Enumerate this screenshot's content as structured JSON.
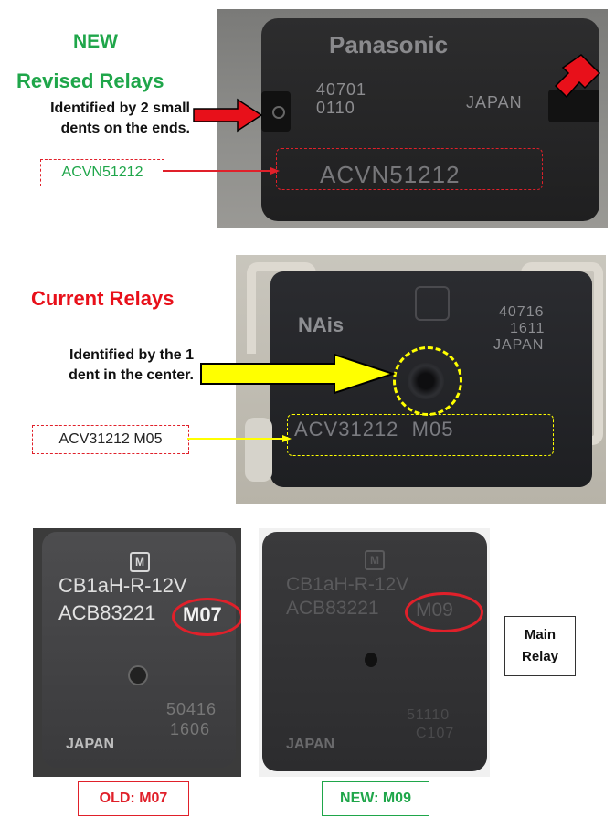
{
  "revised": {
    "new_label": "NEW",
    "title": "Revised Relays",
    "note_line1": "Identified by 2 small",
    "note_line2": "dents on the ends.",
    "part_number": "ACVN51212",
    "photo": {
      "brand": "Panasonic",
      "code1": "40701",
      "code2": "0110",
      "origin": "JAPAN",
      "part_number": "ACVN51212"
    }
  },
  "current": {
    "title": "Current Relays",
    "note_line1": "Identified by the 1",
    "note_line2": "dent in the center.",
    "part_number": "ACV31212  M05",
    "photo": {
      "brand": "NAis",
      "code1": "40716",
      "code2": "1611",
      "origin": "JAPAN",
      "part_number": "ACV31212  M05"
    }
  },
  "main_relay": {
    "old_photo": {
      "logo": "M",
      "model": "CB1aH-R-12V",
      "part": "ACB83221",
      "version": "M07",
      "code1": "50416",
      "code2": "1606",
      "origin": "JAPAN"
    },
    "new_photo": {
      "logo": "M",
      "model": "CB1aH-R-12V",
      "part": "ACB83221",
      "version": "M09",
      "code1": "51110",
      "code2": "C107",
      "origin": "JAPAN"
    },
    "old_label": "OLD: M07",
    "new_label": "NEW: M09",
    "caption_line1": "Main",
    "caption_line2": "Relay"
  },
  "colors": {
    "green": "#1fa64a",
    "red": "#e8101a",
    "yellow": "#ffff00"
  }
}
